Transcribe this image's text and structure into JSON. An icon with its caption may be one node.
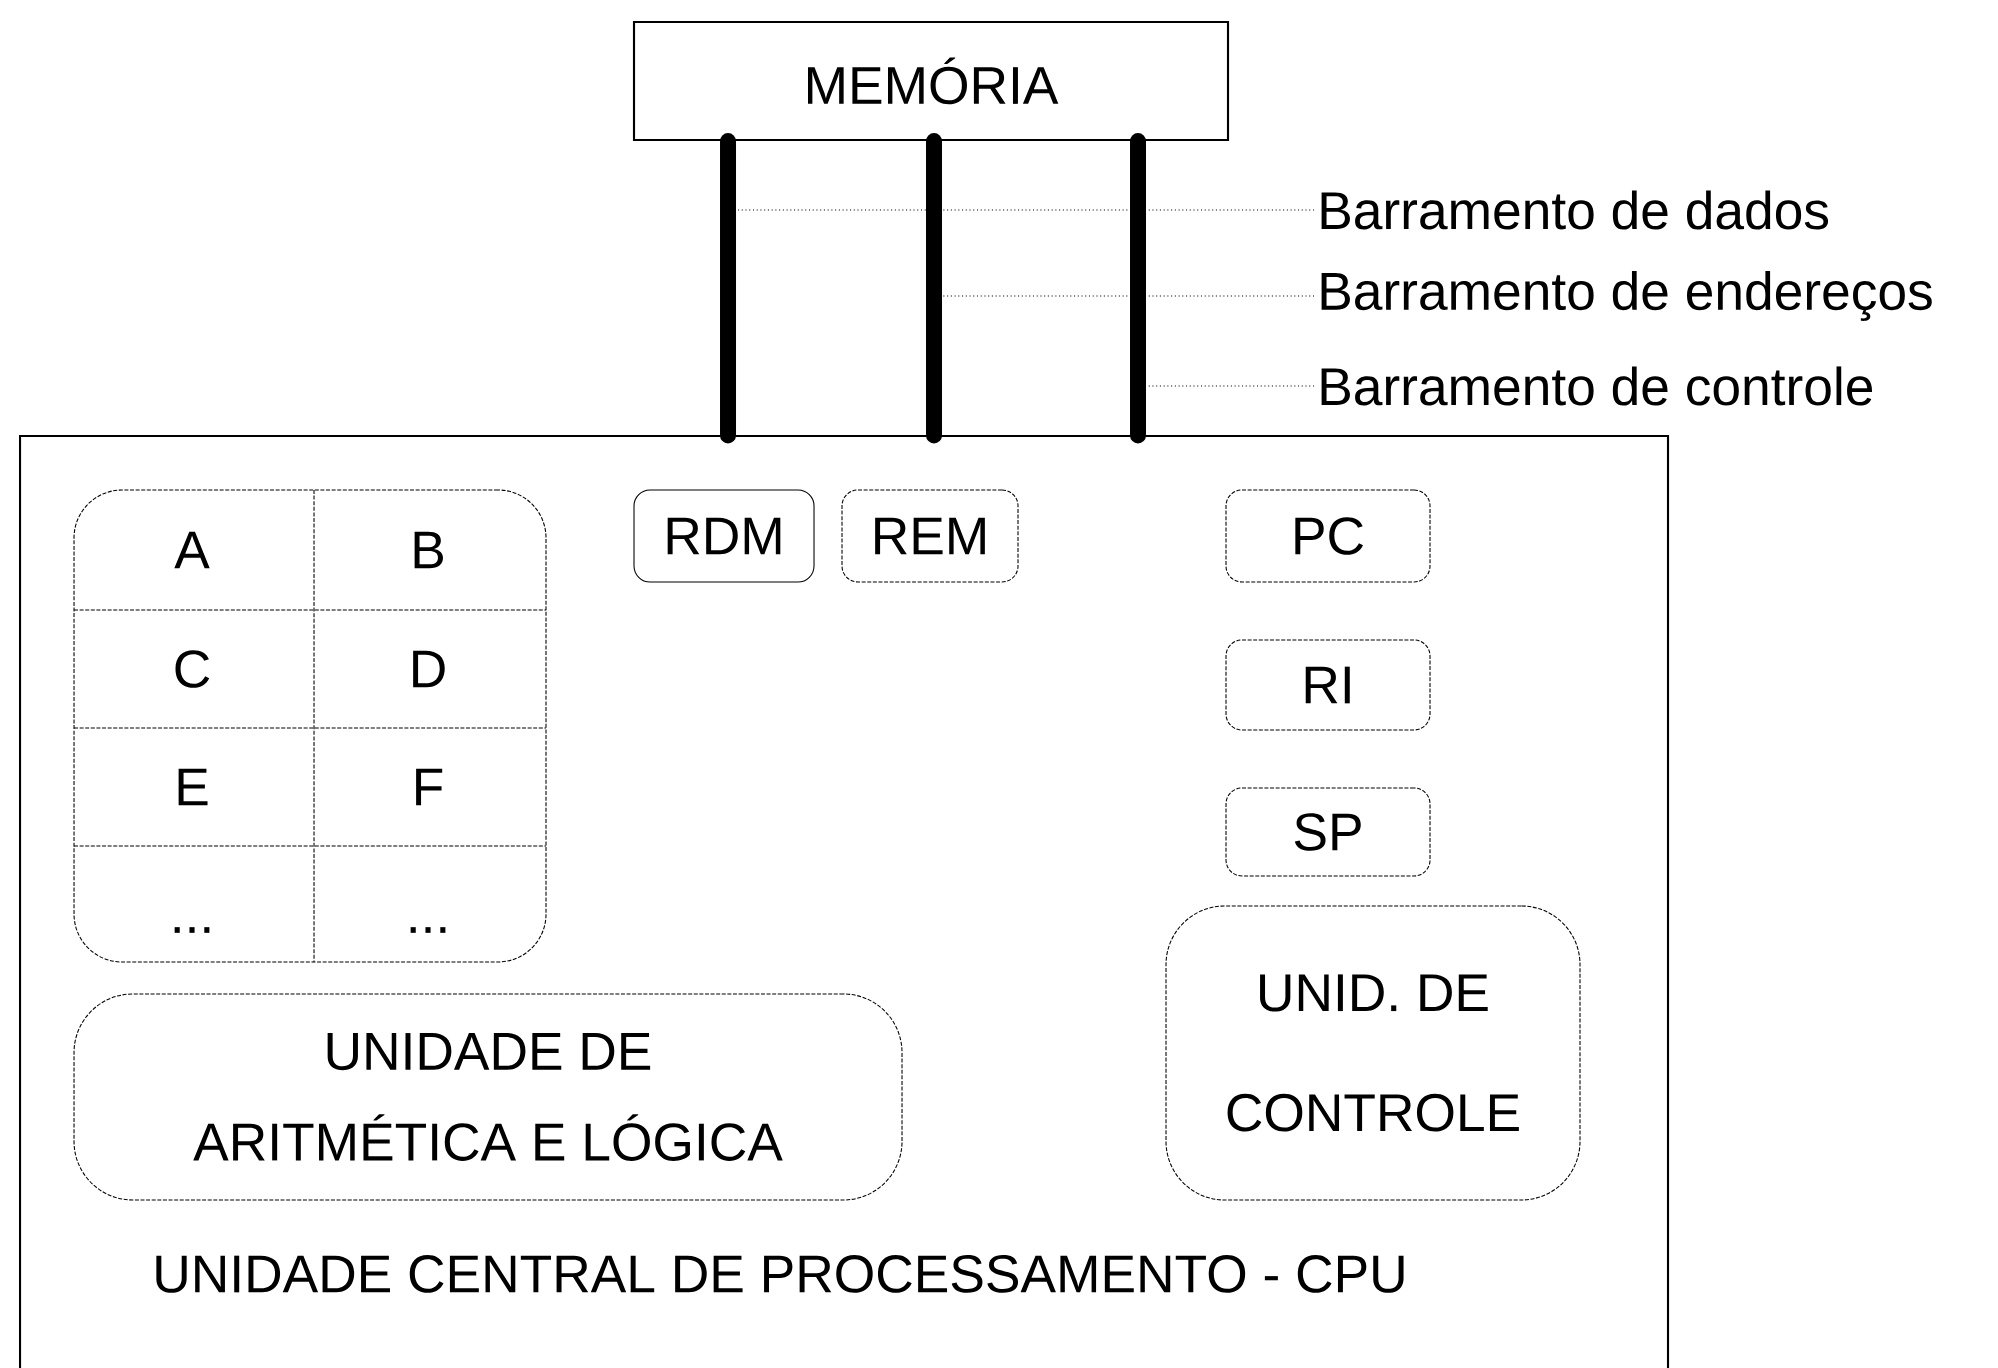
{
  "diagram": {
    "nodes": [
      {
        "text": [
          "MEMÓRIA"
        ]
      },
      {
        "text": [
          "UNIDADE CENTRAL DE PROCESSAMENTO - CPU"
        ]
      },
      {
        "text": [
          "A",
          "B",
          "C",
          "D",
          "E",
          "F",
          "...",
          "..."
        ],
        "in": 1
      },
      {
        "text": [
          "RDM"
        ],
        "in": 1
      },
      {
        "text": [
          "REM"
        ],
        "in": 1
      },
      {
        "text": [
          "PC"
        ],
        "in": 1
      },
      {
        "text": [
          "RI"
        ],
        "in": 1
      },
      {
        "text": [
          "SP"
        ],
        "in": 1
      },
      {
        "text": [
          "UNIDADE DE ARITMÉTICA E LÓGICA"
        ],
        "in": 1
      },
      {
        "text": [
          "UNID. DE CONTROLE"
        ],
        "in": 1
      },
      {
        "text": [
          "Barramento de dados"
        ]
      },
      {
        "text": [
          "Barramento de endereços"
        ]
      },
      {
        "text": [
          "Barramento de controle"
        ]
      }
    ],
    "edges": [
      {
        "from": 0,
        "to": 1,
        "arrow": "none",
        "style": "thick"
      },
      {
        "from": 0,
        "to": 1,
        "arrow": "none",
        "style": "thick"
      },
      {
        "from": 0,
        "to": 1,
        "arrow": "none",
        "style": "thick"
      },
      {
        "from": 10,
        "to": null,
        "arrow": "none",
        "style": "dashed"
      },
      {
        "from": 11,
        "to": null,
        "arrow": "none",
        "style": "dashed"
      },
      {
        "from": 12,
        "to": null,
        "arrow": "none",
        "style": "dashed"
      }
    ]
  }
}
